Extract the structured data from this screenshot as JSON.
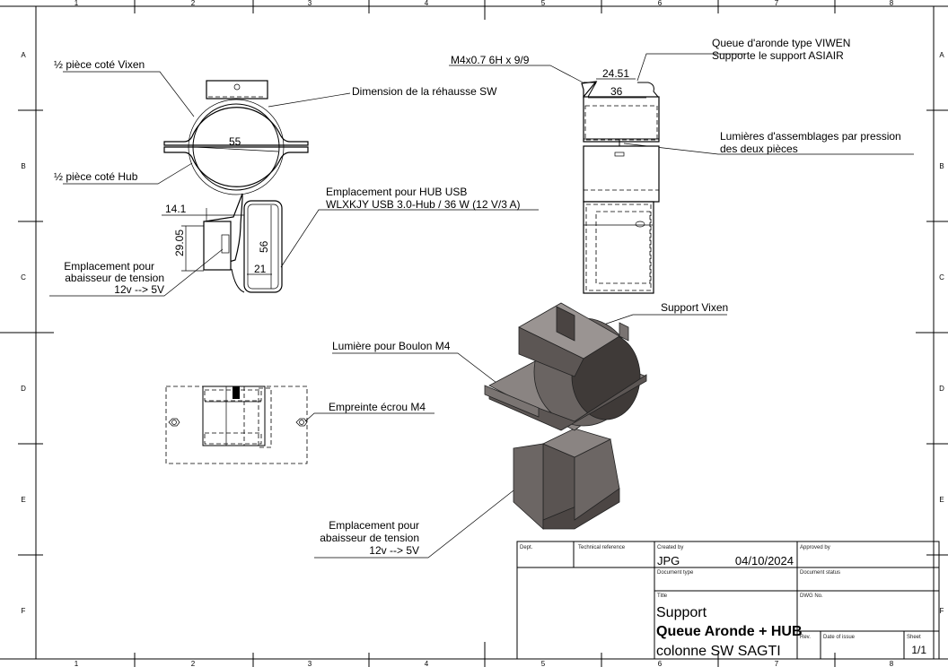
{
  "border": {
    "columns": [
      "1",
      "2",
      "3",
      "4",
      "5",
      "6",
      "7",
      "8"
    ],
    "rows": [
      "A",
      "B",
      "C",
      "D",
      "E",
      "F"
    ]
  },
  "annotations": {
    "half_vixen": "½ pièce coté Vixen",
    "half_hub": "½ pièce coté Hub",
    "riser_dimension": "Dimension de la réhausse SW",
    "hub_location_1": "Emplacement pour HUB USB",
    "hub_location_2": "WLXKJY USB 3.0-Hub / 36 W (12 V/3 A)",
    "reducer_front_1": "Emplacement pour",
    "reducer_front_2": "abaisseur de tension",
    "reducer_front_3": "12v --> 5V",
    "thread": "M4x0.7 6H x 9/9",
    "dovetail_1": "Queue d'aronde type VIWEN",
    "dovetail_2": "Supporte le support ASIAIR",
    "slots_1": "Lumières d'assemblages par pression",
    "slots_2": "des deux pièces",
    "support_vixen": "Support Vixen",
    "bolt_slot": "Lumière pour Boulon M4",
    "nut_imprint": "Empreinte écrou M4",
    "reducer_iso_1": "Emplacement pour",
    "reducer_iso_2": "abaisseur de tension",
    "reducer_iso_3": "12v --> 5V"
  },
  "dimensions": {
    "diameter": "55",
    "offset": "14.1",
    "reducer_height": "29.05",
    "hub_height": "56",
    "hub_width": "21",
    "dovetail_top": "24.51",
    "dovetail_bottom": "36"
  },
  "title_block": {
    "dept_label": "Dept.",
    "tech_ref_label": "Technical reference",
    "created_by_label": "Created by",
    "created_by": "JPG",
    "created_date": "04/10/2024",
    "approved_by_label": "Approved by",
    "doc_type_label": "Document type",
    "doc_status_label": "Document status",
    "title_label": "Title",
    "title_line1": "Support",
    "title_line2": "Queue Aronde + HUB",
    "title_line3": "colonne SW SAGTI",
    "dwg_no_label": "DWG No.",
    "rev_label": "Rev.",
    "date_issue_label": "Date of issue",
    "sheet_label": "Sheet",
    "sheet": "1/1"
  }
}
